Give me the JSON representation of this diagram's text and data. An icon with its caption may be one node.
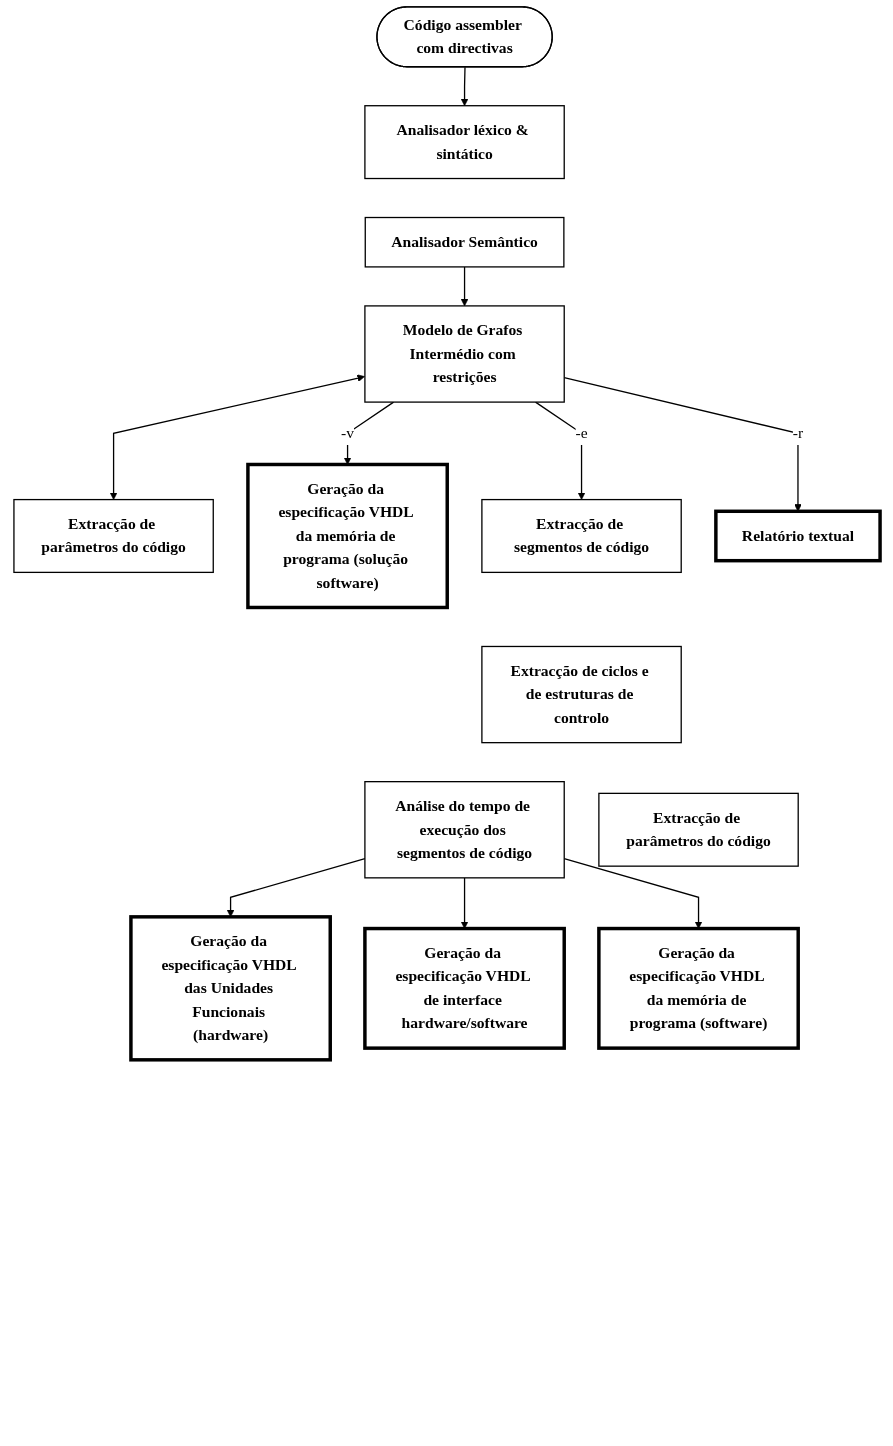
{
  "diagram": {
    "nodes": [
      {
        "text": [
          "Código assembler com directivas"
        ]
      },
      {
        "text": [
          "Analisador léxico & sintático"
        ]
      },
      {
        "text": [
          "Analisador Semântico"
        ]
      },
      {
        "text": [
          "Modelo de Grafos Intermédio com restrições"
        ]
      },
      {
        "text": [
          "Extracção de parâmetros do código"
        ]
      },
      {
        "text": [
          "Geração da especificação VHDL da memória de programa (solução software)"
        ]
      },
      {
        "text": [
          "Extracção de segmentos de código"
        ]
      },
      {
        "text": [
          "Relatório textual"
        ]
      },
      {
        "text": [
          "Extracção de ciclos e de estruturas de controlo"
        ]
      },
      {
        "text": [
          "Análise do tempo de execução dos segmentos de código"
        ]
      },
      {
        "text": [
          "Extracção de parâmetros do código"
        ]
      },
      {
        "text": [
          "Geração da especificação VHDL das Unidades Funcionais (hardware)"
        ]
      },
      {
        "text": [
          "Geração da especificação VHDL de interface hardware/software"
        ]
      },
      {
        "text": [
          "Geração da especificação VHDL da memória de programa (software)"
        ]
      }
    ],
    "edges": [
      {
        "from": 0,
        "to": 1,
        "arrow": "to"
      },
      {
        "from": 2,
        "to": 3,
        "arrow": "to"
      },
      {
        "from": 3,
        "to": 4,
        "arrow": "both"
      },
      {
        "from": 3,
        "to": 5,
        "arrow": "to",
        "label": "-v"
      },
      {
        "from": 3,
        "to": 6,
        "arrow": "to",
        "label": "-e"
      },
      {
        "from": 3,
        "to": 7,
        "arrow": "to",
        "label": "-r"
      },
      {
        "from": 9,
        "to": 11,
        "arrow": "to"
      },
      {
        "from": 9,
        "to": 12,
        "arrow": "to"
      },
      {
        "from": 9,
        "to": 13,
        "arrow": "to"
      }
    ]
  }
}
